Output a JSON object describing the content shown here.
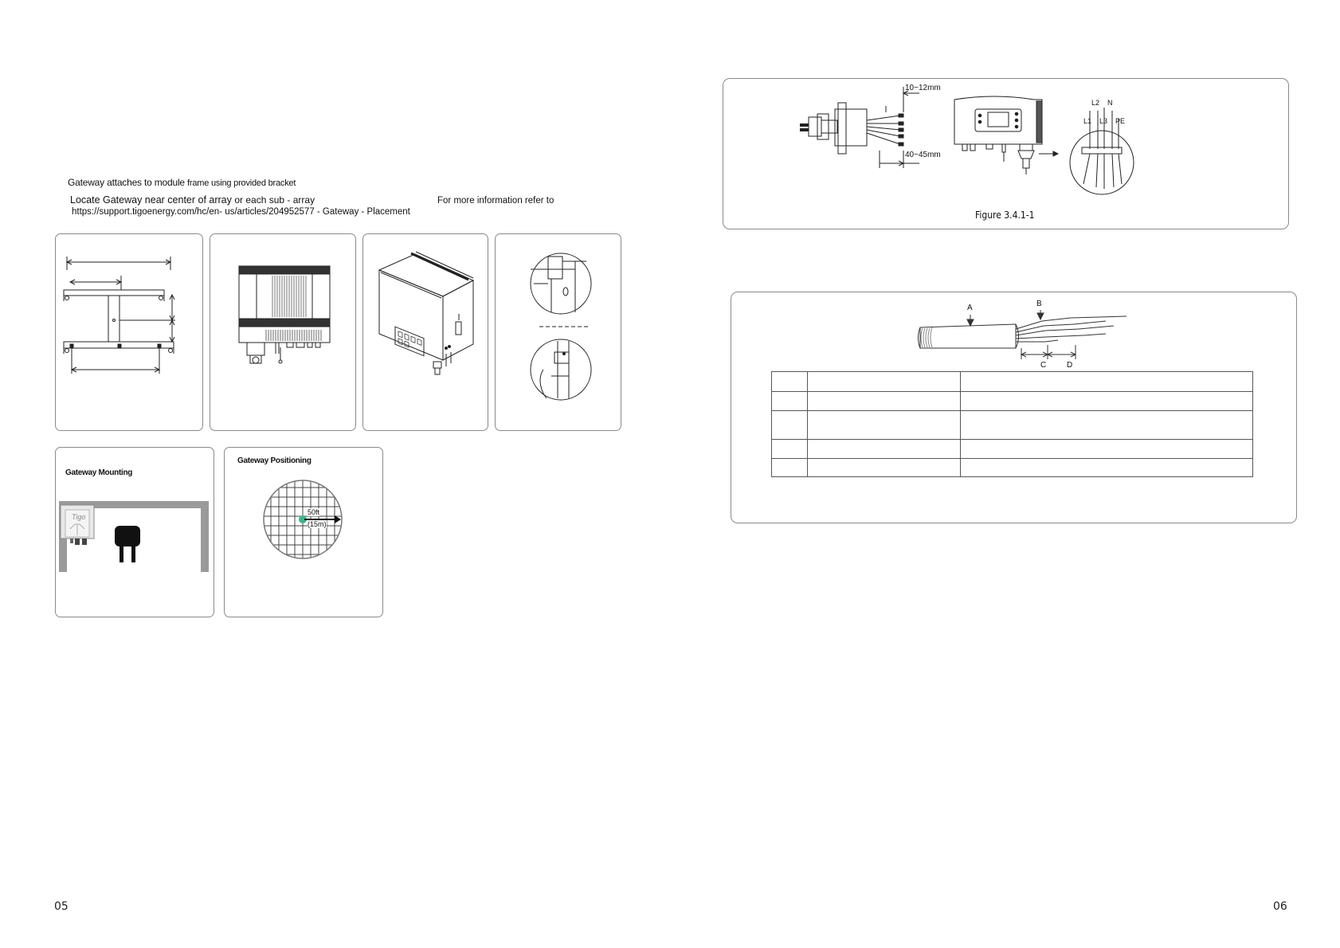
{
  "left_page": {
    "intro": {
      "line1_a": "Gateway attaches to module",
      "line1_b": "frame using provided bracket",
      "line2_a": "Locate Gateway near center of array",
      "line2_b": "or each sub - array",
      "line2_c": "For more information refer to",
      "line3": "https://support.tigoenergy.com/hc/en- us/articles/204952577 - Gateway - Placement"
    },
    "gateway_mounting": {
      "title": "Gateway Mounting",
      "logo": "Tigo"
    },
    "gateway_positioning": {
      "title": "Gateway Positioning",
      "range_ft": "50ft",
      "range_m": "(15m)"
    },
    "page_number": "05"
  },
  "right_page": {
    "figure1": {
      "dim_top": "10~12mm",
      "dim_bottom": "40~45mm",
      "labels": {
        "l2": "L2",
        "n": "N",
        "l1": "L1",
        "l3": "L3",
        "pe": "PE"
      },
      "caption": "Figure 3.4.1-1"
    },
    "cable_figure": {
      "label_a": "A",
      "label_b": "B",
      "label_c": "C",
      "label_d": "D"
    },
    "table": {
      "rows": [
        [
          "",
          "",
          ""
        ],
        [
          "",
          "",
          ""
        ],
        [
          "",
          "",
          ""
        ],
        [
          "",
          "",
          ""
        ],
        [
          "",
          "",
          ""
        ]
      ]
    },
    "page_number": "06"
  }
}
